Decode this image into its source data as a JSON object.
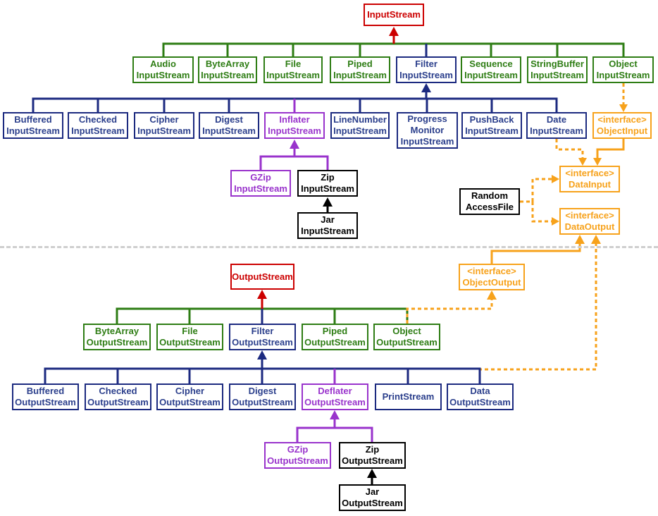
{
  "colors": {
    "root": "#cc0000",
    "green": "#2e7d14",
    "navy": "#1c2a80",
    "purple": "#9933cc",
    "black": "#000000",
    "orange": "#f7a21b",
    "separator": "#cfcfcf"
  },
  "nodes": {
    "inputstream": "InputStream",
    "audio_is": "Audio\nInputStream",
    "bytearray_is": "ByteArray\nInputStream",
    "file_is": "File\nInputStream",
    "piped_is": "Piped\nInputStream",
    "filter_is": "Filter\nInputStream",
    "sequence_is": "Sequence\nInputStream",
    "stringbuffer_is": "StringBuffer\nInputStream",
    "object_is": "Object\nInputStream",
    "buffered_is": "Buffered\nInputStream",
    "checked_is": "Checked\nInputStream",
    "cipher_is": "Cipher\nInputStream",
    "digest_is": "Digest\nInputStream",
    "inflater_is": "Inflater\nInputStream",
    "linenumber_is": "LineNumber\nInputStream",
    "progress_is": "Progress\nMonitor\nInputStream",
    "pushback_is": "PushBack\nInputStream",
    "date_is": "Date\nInputStream",
    "objectinput": "<interface>\nObjectInput",
    "gzip_is": "GZip\nInputStream",
    "zip_is": "Zip\nInputStream",
    "jar_is": "Jar\nInputStream",
    "datainput": "<interface>\nDataInput",
    "raf": "Random\nAccessFile",
    "dataoutput": "<interface>\nDataOutput",
    "outputstream": "OutputStream",
    "objectoutput": "<interface>\nObjectOutput",
    "bytearray_os": "ByteArray\nOutputStream",
    "file_os": "File\nOutputStream",
    "filter_os": "Filter\nOutputStream",
    "piped_os": "Piped\nOutputStream",
    "object_os": "Object\nOutputStream",
    "buffered_os": "Buffered\nOutputStream",
    "checked_os": "Checked\nOutputStream",
    "cipher_os": "Cipher\nOutputStream",
    "digest_os": "Digest\nOutputStream",
    "deflater_os": "Deflater\nOutputStream",
    "printstream": "PrintStream",
    "data_os": "Data\nOutputStream",
    "gzip_os": "GZip\nOutputStream",
    "zip_os": "Zip\nOutputStream",
    "jar_os": "Jar\nOutputStream"
  }
}
